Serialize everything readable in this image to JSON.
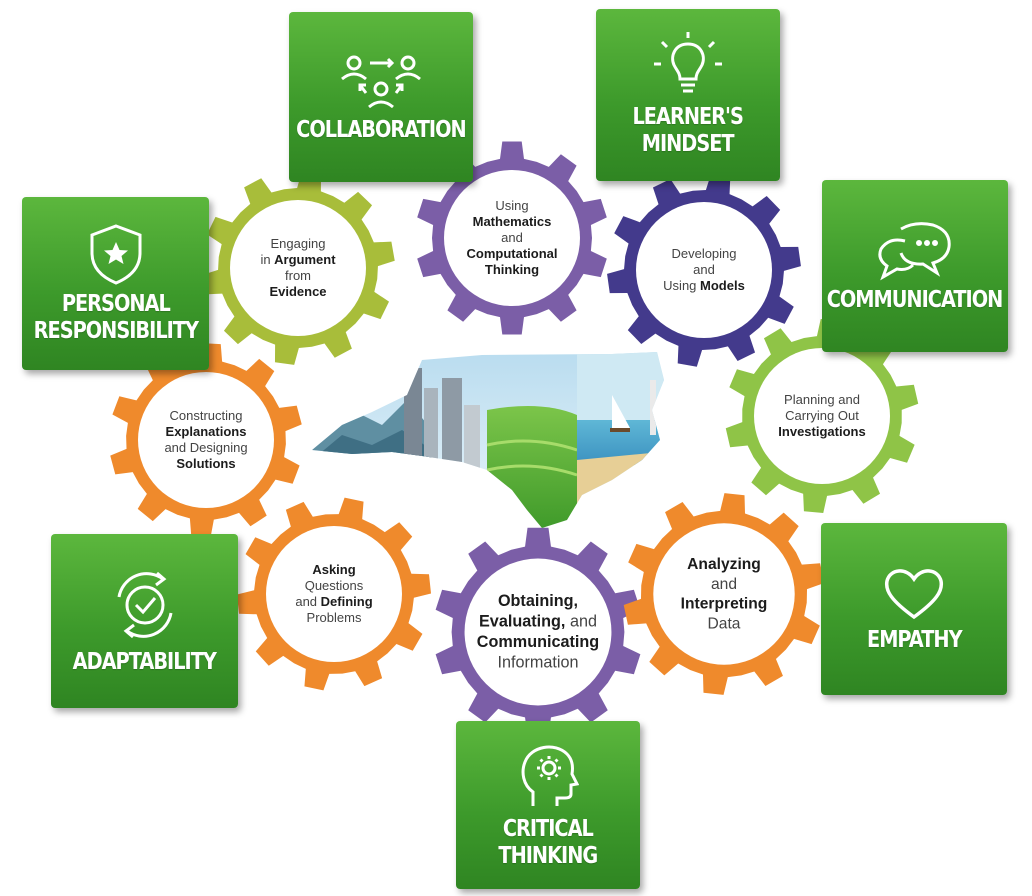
{
  "colors": {
    "green_box": "#43a32f",
    "olive": "#a8bd3a",
    "purple": "#7b5ea7",
    "navy": "#433a8c",
    "orange": "#ef8a2c",
    "light_green": "#8fc447"
  },
  "competencies": [
    {
      "key": "collaboration",
      "label": "COLLABORATION",
      "icon": "people-exchange-icon"
    },
    {
      "key": "learners_mindset",
      "label": "LEARNER'S\nMINDSET",
      "icon": "lightbulb-icon"
    },
    {
      "key": "personal_responsibility",
      "label": "PERSONAL\nRESPONSIBILITY",
      "icon": "shield-star-icon"
    },
    {
      "key": "communication",
      "label": "COMMUNICATION",
      "icon": "chat-bubbles-icon"
    },
    {
      "key": "adaptability",
      "label": "ADAPTABILITY",
      "icon": "cycle-check-icon"
    },
    {
      "key": "empathy",
      "label": "EMPATHY",
      "icon": "heart-icon"
    },
    {
      "key": "critical_thinking",
      "label": "CRITICAL\nTHINKING",
      "icon": "head-gear-icon"
    }
  ],
  "practices": [
    {
      "key": "argument",
      "color": "olive",
      "lines": [
        [
          "Engaging",
          ""
        ],
        [
          "in ",
          "Argument"
        ],
        [
          "from",
          ""
        ],
        [
          "",
          "Evidence"
        ]
      ]
    },
    {
      "key": "math",
      "color": "purple",
      "lines": [
        [
          "Using",
          ""
        ],
        [
          "",
          "Mathematics"
        ],
        [
          "and",
          ""
        ],
        [
          "",
          "Computational"
        ],
        [
          "",
          "Thinking"
        ]
      ]
    },
    {
      "key": "models",
      "color": "navy",
      "lines": [
        [
          "Developing",
          ""
        ],
        [
          "and",
          ""
        ],
        [
          "Using ",
          "Models"
        ]
      ]
    },
    {
      "key": "investigations",
      "color": "light_green",
      "lines": [
        [
          "Planning and",
          ""
        ],
        [
          "Carrying Out",
          ""
        ],
        [
          "",
          "Investigations"
        ]
      ]
    },
    {
      "key": "explanations",
      "color": "orange",
      "lines": [
        [
          "Constructing",
          ""
        ],
        [
          "",
          "Explanations"
        ],
        [
          "and Designing",
          ""
        ],
        [
          "",
          "Solutions"
        ]
      ]
    },
    {
      "key": "questions",
      "color": "orange",
      "lines": [
        [
          "",
          "Asking"
        ],
        [
          "Questions",
          ""
        ],
        [
          "and ",
          "Defining"
        ],
        [
          "Problems",
          ""
        ]
      ]
    },
    {
      "key": "information",
      "color": "purple",
      "lines": [
        [
          "",
          "Obtaining,"
        ],
        [
          "",
          "Evaluating,",
          " and"
        ],
        [
          "",
          "Communicating"
        ],
        [
          "Information",
          ""
        ]
      ]
    },
    {
      "key": "data",
      "color": "orange",
      "lines": [
        [
          "",
          "Analyzing"
        ],
        [
          "and",
          ""
        ],
        [
          "",
          "Interpreting"
        ],
        [
          "Data",
          ""
        ]
      ]
    }
  ]
}
